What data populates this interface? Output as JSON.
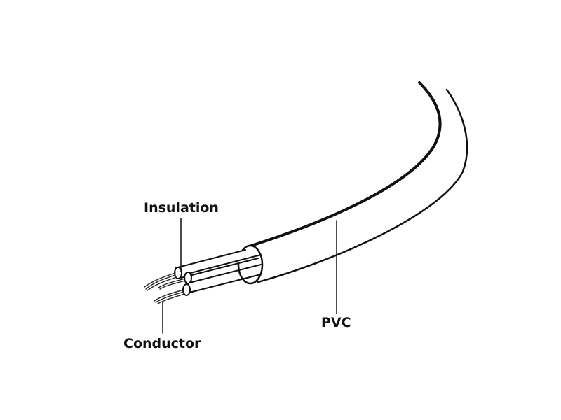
{
  "diagram": {
    "labels": {
      "insulation": "Insulation",
      "conductor": "Conductor",
      "pvc": "PVC"
    }
  }
}
